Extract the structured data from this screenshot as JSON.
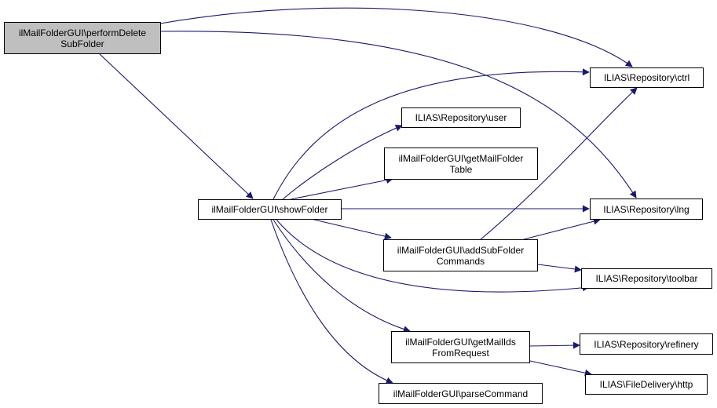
{
  "colors": {
    "edge": "#191970",
    "root_fill": "#bfbfbf",
    "node_fill": "#ffffff"
  },
  "nodes": {
    "perform": {
      "label": "ilMailFolderGUI\\performDelete\nSubFolder"
    },
    "showFolder": {
      "label": "ilMailFolderGUI\\showFolder"
    },
    "ctrl": {
      "label": "ILIAS\\Repository\\ctrl"
    },
    "user": {
      "label": "ILIAS\\Repository\\user"
    },
    "getMailFolderTable": {
      "label": "ilMailFolderGUI\\getMailFolder\nTable"
    },
    "lng": {
      "label": "ILIAS\\Repository\\lng"
    },
    "addSubFolderCommands": {
      "label": "ilMailFolderGUI\\addSubFolder\nCommands"
    },
    "toolbar": {
      "label": "ILIAS\\Repository\\toolbar"
    },
    "getMailIdsFromRequest": {
      "label": "ilMailFolderGUI\\getMailIds\nFromRequest"
    },
    "refinery": {
      "label": "ILIAS\\Repository\\refinery"
    },
    "http": {
      "label": "ILIAS\\FileDelivery\\http"
    },
    "parseCommand": {
      "label": "ilMailFolderGUI\\parseCommand"
    }
  },
  "edges": [
    [
      "perform",
      "ctrl"
    ],
    [
      "perform",
      "lng"
    ],
    [
      "perform",
      "showFolder"
    ],
    [
      "showFolder",
      "ctrl"
    ],
    [
      "showFolder",
      "user"
    ],
    [
      "showFolder",
      "getMailFolderTable"
    ],
    [
      "showFolder",
      "lng"
    ],
    [
      "showFolder",
      "addSubFolderCommands"
    ],
    [
      "showFolder",
      "toolbar"
    ],
    [
      "showFolder",
      "getMailIdsFromRequest"
    ],
    [
      "showFolder",
      "parseCommand"
    ],
    [
      "addSubFolderCommands",
      "ctrl"
    ],
    [
      "addSubFolderCommands",
      "lng"
    ],
    [
      "addSubFolderCommands",
      "toolbar"
    ],
    [
      "getMailIdsFromRequest",
      "refinery"
    ],
    [
      "getMailIdsFromRequest",
      "http"
    ]
  ]
}
